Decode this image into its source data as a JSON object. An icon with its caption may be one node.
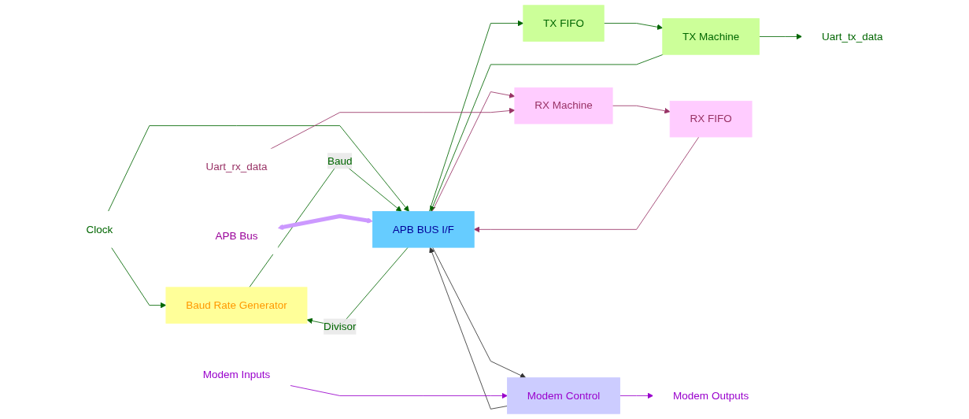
{
  "diagram": {
    "nodes": [
      {
        "text": [
          "Baud Rate Generator"
        ]
      },
      {
        "text": [
          "APB BUS I/F"
        ]
      },
      {
        "text": [
          "TX FIFO"
        ]
      },
      {
        "text": [
          "TX Machine"
        ]
      },
      {
        "text": [
          "RX FIFO"
        ]
      },
      {
        "text": [
          "RX Machine"
        ]
      },
      {
        "text": [
          "Modem Control"
        ]
      },
      {
        "text": [
          "Clock"
        ]
      },
      {
        "text": [
          "APB Bus"
        ]
      },
      {
        "text": [
          "Uart_tx_data"
        ]
      },
      {
        "text": [
          "Uart_rx_data"
        ]
      },
      {
        "text": [
          "Modem Outputs"
        ]
      },
      {
        "text": [
          "Modem Inputs"
        ]
      }
    ],
    "edges": [
      {
        "from": 7,
        "to": 1,
        "arrow": "to"
      },
      {
        "from": 7,
        "to": 0,
        "arrow": "to"
      },
      {
        "from": 0,
        "to": 1,
        "arrow": "to",
        "label": "Baud"
      },
      {
        "from": 1,
        "to": 0,
        "arrow": "to",
        "label": "Divisor"
      },
      {
        "from": 8,
        "to": 1,
        "arrow": "both",
        "style": "thick",
        "color": "#cc99ff"
      },
      {
        "from": 3,
        "to": 1,
        "arrow": "to"
      },
      {
        "from": 1,
        "to": 2,
        "arrow": "to"
      },
      {
        "from": 2,
        "to": 3,
        "arrow": "to"
      },
      {
        "from": 3,
        "to": 9,
        "arrow": "to"
      },
      {
        "from": 5,
        "to": 4,
        "arrow": "to",
        "color": "#993366"
      },
      {
        "from": 4,
        "to": 1,
        "arrow": "to",
        "color": "#993366"
      },
      {
        "from": 1,
        "to": 5,
        "arrow": "to",
        "color": "#993366"
      },
      {
        "from": 10,
        "to": 5,
        "arrow": "to",
        "color": "#993366"
      },
      {
        "from": 1,
        "to": 6,
        "arrow": "to",
        "color": "#333333"
      },
      {
        "from": 6,
        "to": 1,
        "arrow": "to",
        "color": "#333333"
      },
      {
        "from": 6,
        "to": 11,
        "arrow": "to",
        "color": "#9900cc"
      },
      {
        "from": 12,
        "to": 6,
        "arrow": "to",
        "color": "#9900cc"
      }
    ]
  }
}
